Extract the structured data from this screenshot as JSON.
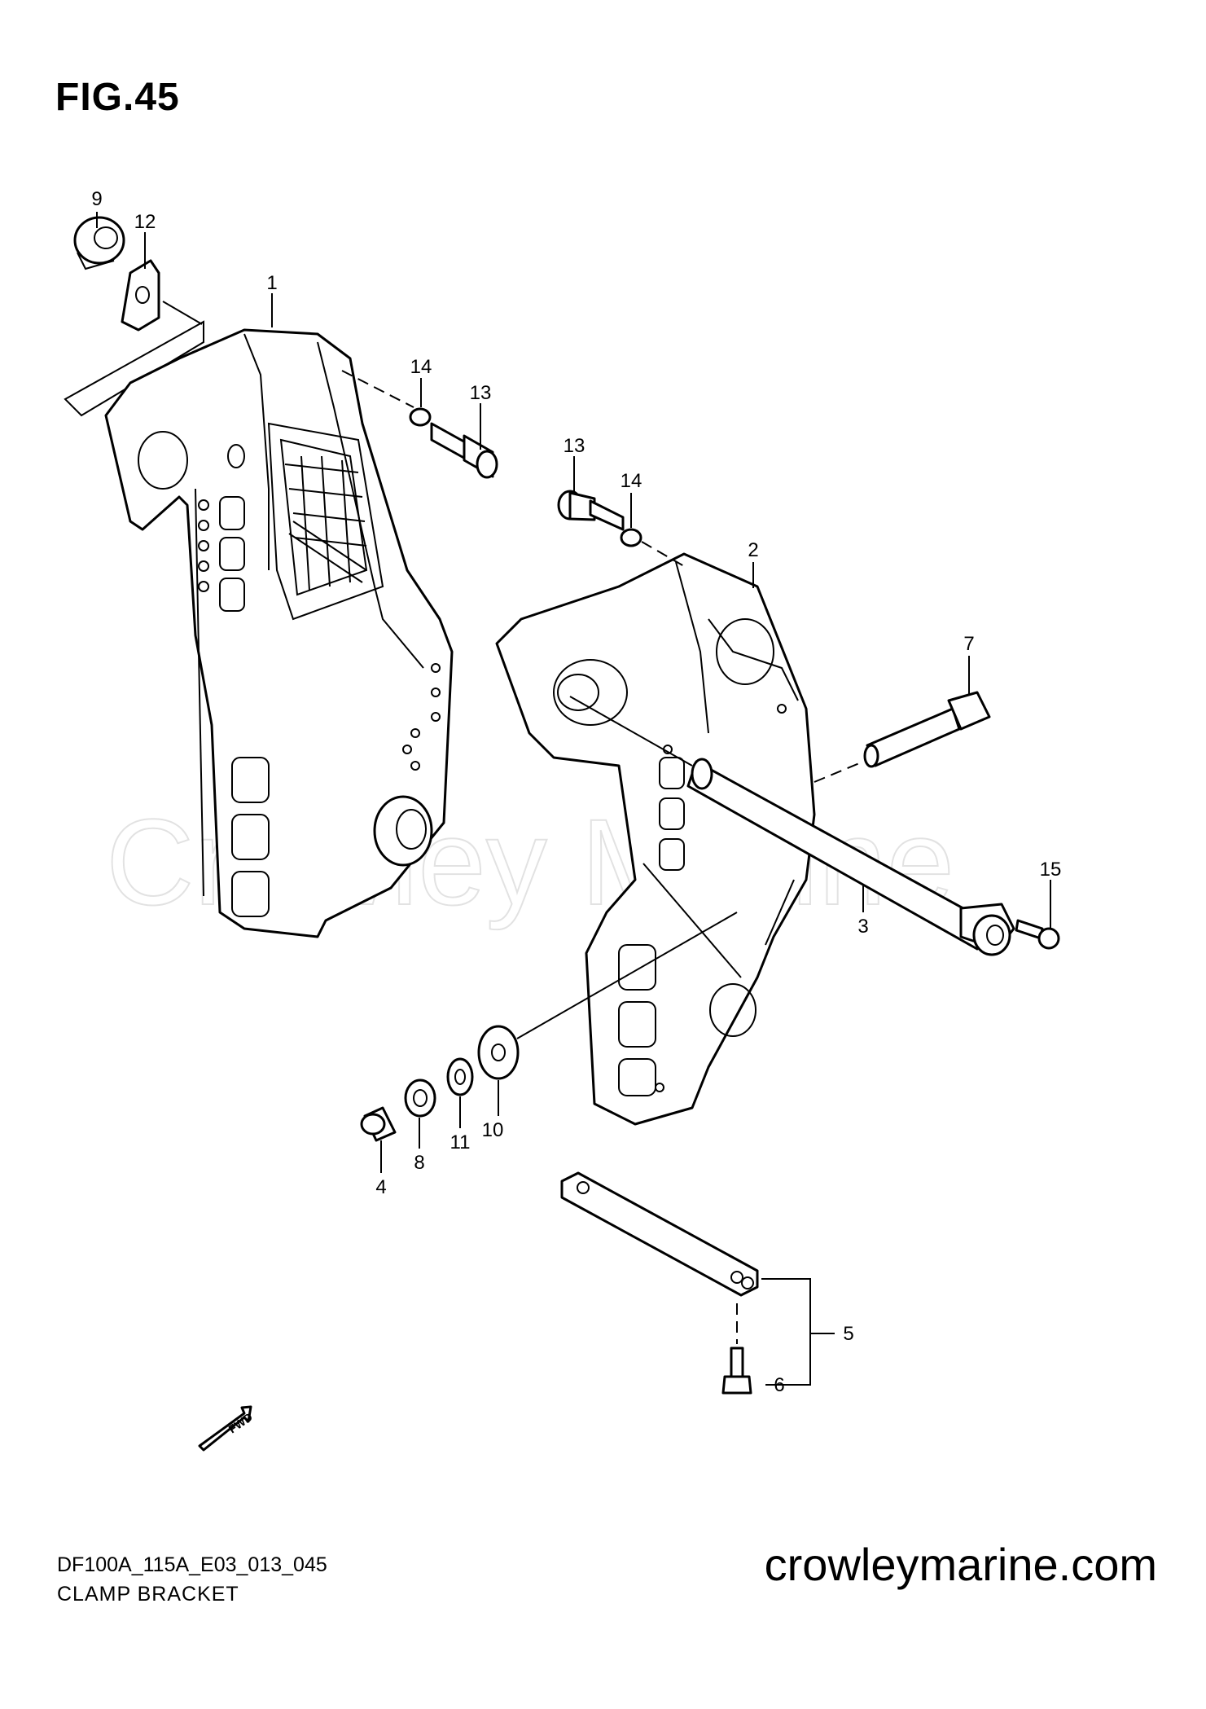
{
  "figure": {
    "title": "FIG.45"
  },
  "footer": {
    "code": "DF100A_115A_E03_013_045",
    "caption": "CLAMP BRACKET",
    "website": "crowleymarine.com"
  },
  "watermark": "Crowley Marine",
  "fwd_marker": "FWD",
  "callouts": {
    "c1": "1",
    "c2": "2",
    "c3": "3",
    "c4": "4",
    "c5": "5",
    "c6": "6",
    "c7": "7",
    "c8": "8",
    "c9": "9",
    "c10": "10",
    "c11": "11",
    "c12": "12",
    "c13a": "13",
    "c13b": "13",
    "c14a": "14",
    "c14b": "14",
    "c15": "15"
  }
}
